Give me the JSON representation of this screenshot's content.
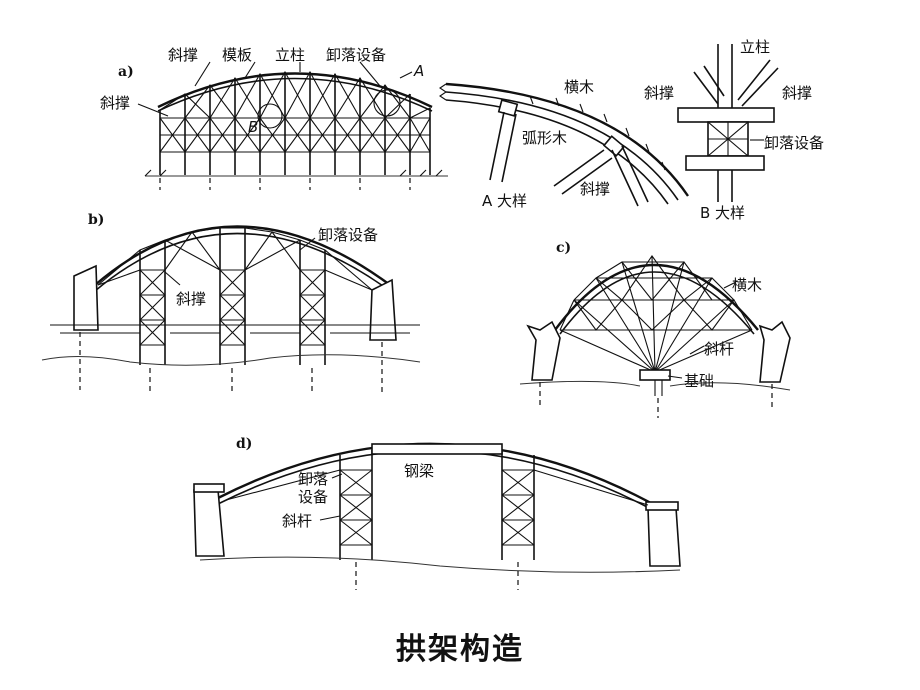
{
  "caption": "拱架构造",
  "panel_a": {
    "id": "a)",
    "labels": {
      "brace_top": "斜撑",
      "formwork": "模板",
      "column": "立柱",
      "unloading": "卸落设备",
      "point_a": "A",
      "brace_left": "斜撑",
      "point_b": "B"
    }
  },
  "detail_a": {
    "crosswood": "横木",
    "arc_wood": "弧形木",
    "brace": "斜撑",
    "title": "A 大样"
  },
  "detail_b": {
    "column": "立柱",
    "brace_left": "斜撑",
    "brace_right": "斜撑",
    "unloading": "卸落设备",
    "title": "B 大样"
  },
  "panel_b": {
    "id": "b)",
    "unloading": "卸落设备",
    "brace": "斜撑"
  },
  "panel_c": {
    "id": "c)",
    "crosswood": "横木",
    "rod": "斜杆",
    "foundation": "基础"
  },
  "panel_d": {
    "id": "d)",
    "unloading_line1": "卸落",
    "unloading_line2": "设备",
    "steel_beam": "钢梁",
    "rod": "斜杆"
  }
}
